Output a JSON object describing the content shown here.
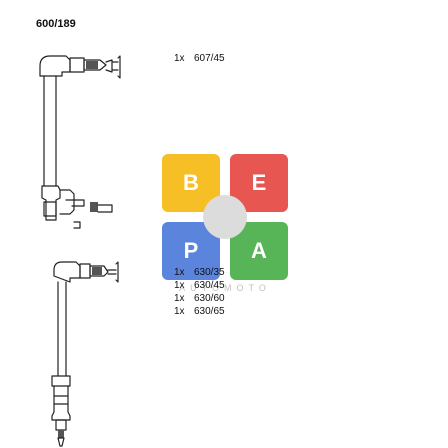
{
  "header": {
    "part_code": "600/189"
  },
  "cable_top": {
    "parts": [
      {
        "qty": "1x",
        "code": "607/45"
      }
    ]
  },
  "cable_bottom": {
    "parts": [
      {
        "qty": "1x",
        "code": "630/35"
      },
      {
        "qty": "1x",
        "code": "630/45"
      },
      {
        "qty": "1x",
        "code": "630/60"
      },
      {
        "qty": "1x",
        "code": "630/65"
      }
    ]
  },
  "watermark": {
    "letters": [
      "B",
      "E",
      "P",
      "A"
    ],
    "text": "AUTOMOTO",
    "colors": [
      "#f5b400",
      "#e53935",
      "#3f6fd6",
      "#3aa83a"
    ]
  }
}
